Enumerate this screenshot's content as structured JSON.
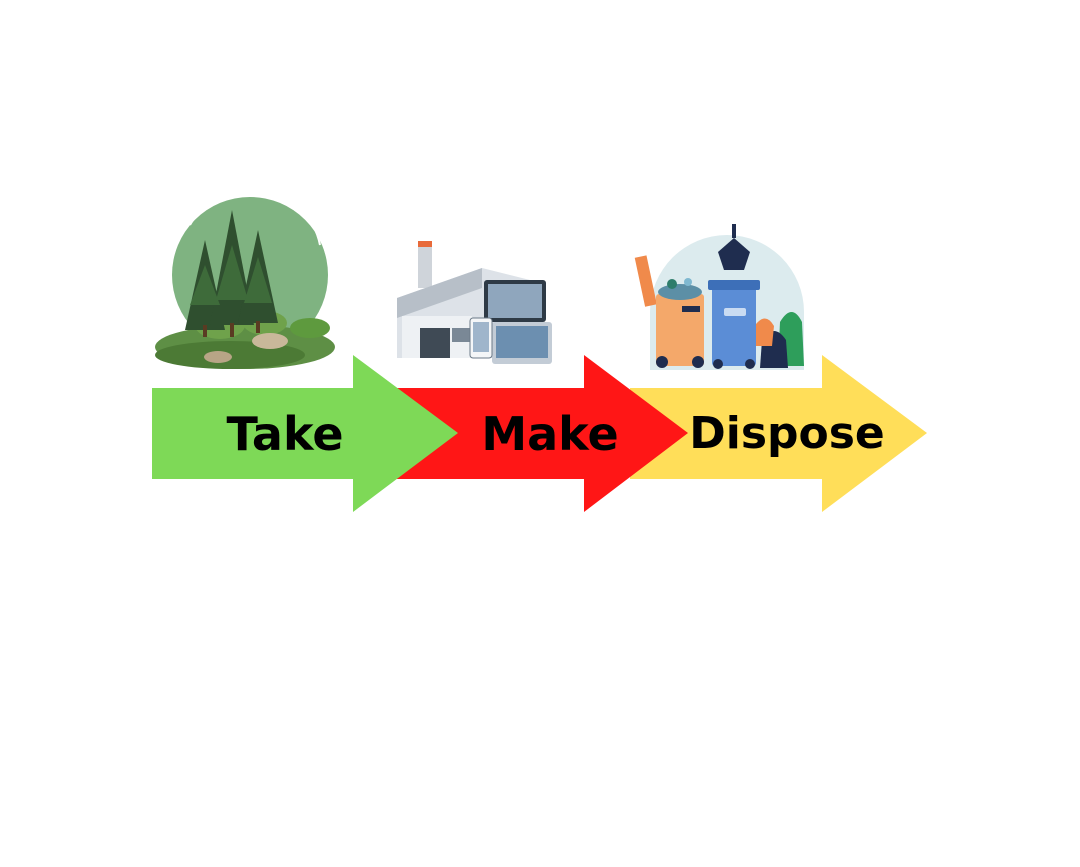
{
  "flow": {
    "steps": [
      {
        "label": "Take",
        "icon": "forest-icon",
        "color": "#7ED957"
      },
      {
        "label": "Make",
        "icon": "factory-devices-icon",
        "color": "#FF1616"
      },
      {
        "label": "Dispose",
        "icon": "waste-bins-icon",
        "color": "#FFDE59"
      }
    ]
  }
}
